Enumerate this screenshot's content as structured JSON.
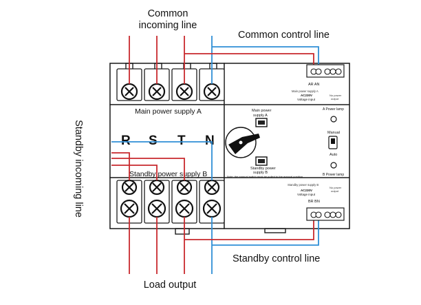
{
  "labels": {
    "common_incoming_line_1": "Common",
    "common_incoming_line_2": "incoming line",
    "common_control_line": "Common control line",
    "standby_incoming_line": "Standby incoming line",
    "main_power_supply_a": "Main power supply A",
    "standby_power_supply_b": "Standby power supply B",
    "standby_control_line": "Standby control line",
    "load_output": "Load output"
  },
  "phases": [
    "R",
    "S",
    "T",
    "N"
  ],
  "panel": {
    "main_power_supply_1": "Main power",
    "main_power_supply_2": "supply A",
    "standby_power_supply_1": "Standby power",
    "standby_power_supply_2": "supply B",
    "note": "Note: the manual switch must be pulled to the manual position",
    "a_power_lamp": "A Power lamp",
    "b_power_lamp": "B Power lamp",
    "manual": "Manual",
    "auto": "Auto"
  },
  "top_block": {
    "terminal_an": "AR  AN",
    "main_supply_a": "Main power supply A",
    "voltage_input": "AC230V",
    "voltage_input_2": "Voltage input",
    "no_power": "No power",
    "output": "output"
  },
  "bottom_block": {
    "terminal_bn": "BR  BN",
    "standby_supply_b": "Standby power supply B",
    "voltage_input": "AC230V",
    "voltage_input_2": "Voltage input",
    "no_power": "No power",
    "output": "output"
  },
  "colors": {
    "red_wire": "#c8282c",
    "blue_wire": "#2f8fd6",
    "outline": "#1a1a1a"
  }
}
